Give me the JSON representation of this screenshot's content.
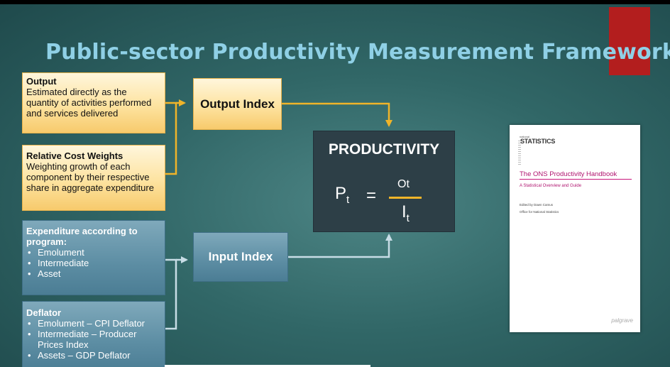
{
  "slide": {
    "title": "Public-sector Productivity Measurement Framework"
  },
  "boxes": {
    "output": {
      "title": "Output",
      "text": "Estimated directly as the quantity of activities performed and services delivered"
    },
    "weights": {
      "title": "Relative Cost Weights",
      "text": "Weighting growth of each component by their respective share in aggregate expenditure"
    },
    "expenditure": {
      "title": "Expenditure according to program:",
      "items": [
        "Emolument",
        "Intermediate",
        "Asset"
      ]
    },
    "deflator": {
      "title": "Deflator",
      "items": [
        "Emolument – CPI Deflator",
        "Intermediate – Producer Prices Index",
        "Assets – GDP Deflator"
      ]
    },
    "output_index": "Output Index",
    "input_index": "Input Index"
  },
  "productivity": {
    "title": "PRODUCTIVITY",
    "p": "P",
    "p_sub": "t",
    "equals": "=",
    "numerator": "Ot",
    "denominator": "I",
    "denominator_sub": "t"
  },
  "book": {
    "logo_small": "national",
    "logo": "STATISTICS",
    "title": "The ONS Productivity Handbook",
    "subtitle": "A Statistical Overview and Guide",
    "editor": "Edited by Dawn Camus",
    "office": "Office for National Statistics",
    "publisher": "palgrave"
  },
  "colors": {
    "title": "#8fd0e6",
    "accent_red": "#b31e1e",
    "output_arrow": "#f0b429",
    "input_arrow": "#c8dde6",
    "box_yellow": "#fde3a0",
    "box_blue": "#5c8da3",
    "productivity_box": "#2d3f47",
    "book_title": "#b0146f"
  }
}
